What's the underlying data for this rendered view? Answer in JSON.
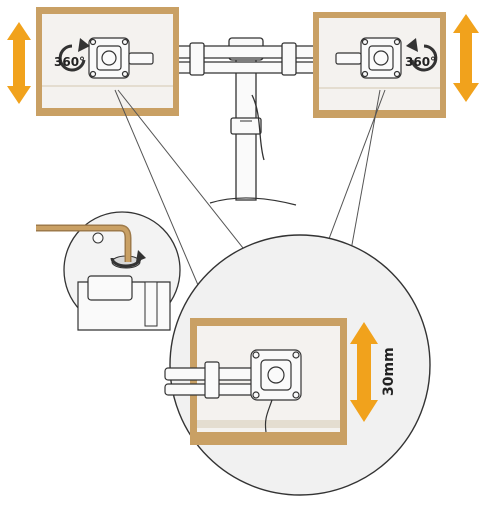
{
  "labels": {
    "rotation_left": "360°",
    "rotation_right": "360°",
    "height_adjust": "30mm"
  },
  "icons": {
    "vertical_arrow_left": "double-headed-vertical-arrow",
    "vertical_arrow_right": "double-headed-vertical-arrow",
    "vertical_arrow_detail": "double-headed-vertical-arrow",
    "rotate_left": "curved-rotation-arrow",
    "rotate_right": "curved-rotation-arrow",
    "tool": "hex-key"
  },
  "colors": {
    "frame": "#c9a064",
    "screen": "#f4f2ef",
    "arrow": "#f1a21c",
    "line": "#333333",
    "circle_fill": "#f1f1f1"
  }
}
